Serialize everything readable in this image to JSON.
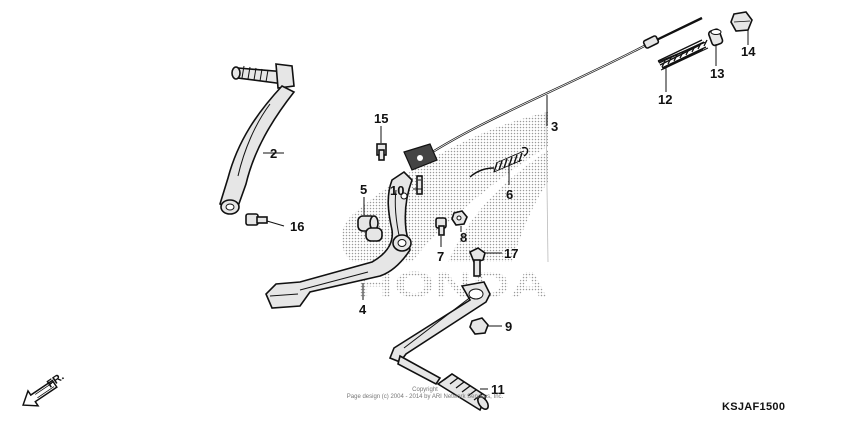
{
  "watermark": {
    "brand_text": "HONDA"
  },
  "direction": {
    "label": "FR."
  },
  "callouts": [
    {
      "id": "2",
      "label": "2"
    },
    {
      "id": "3",
      "label": "3"
    },
    {
      "id": "4",
      "label": "4"
    },
    {
      "id": "5",
      "label": "5"
    },
    {
      "id": "6",
      "label": "6"
    },
    {
      "id": "7",
      "label": "7"
    },
    {
      "id": "8",
      "label": "8"
    },
    {
      "id": "9",
      "label": "9"
    },
    {
      "id": "10",
      "label": "10"
    },
    {
      "id": "11",
      "label": "11"
    },
    {
      "id": "12",
      "label": "12"
    },
    {
      "id": "13",
      "label": "13"
    },
    {
      "id": "14",
      "label": "14"
    },
    {
      "id": "15",
      "label": "15"
    },
    {
      "id": "16",
      "label": "16"
    },
    {
      "id": "17",
      "label": "17"
    }
  ],
  "copyright": {
    "line1": "Copyright",
    "line2": "Page design (c) 2004 - 2014 by ARI Network Services, Inc."
  },
  "diagram_code": "KSJAF1500",
  "colors": {
    "line": "#111111",
    "part_fill": "#e6e6e6",
    "watermark_dots": "#9a9a9a"
  }
}
